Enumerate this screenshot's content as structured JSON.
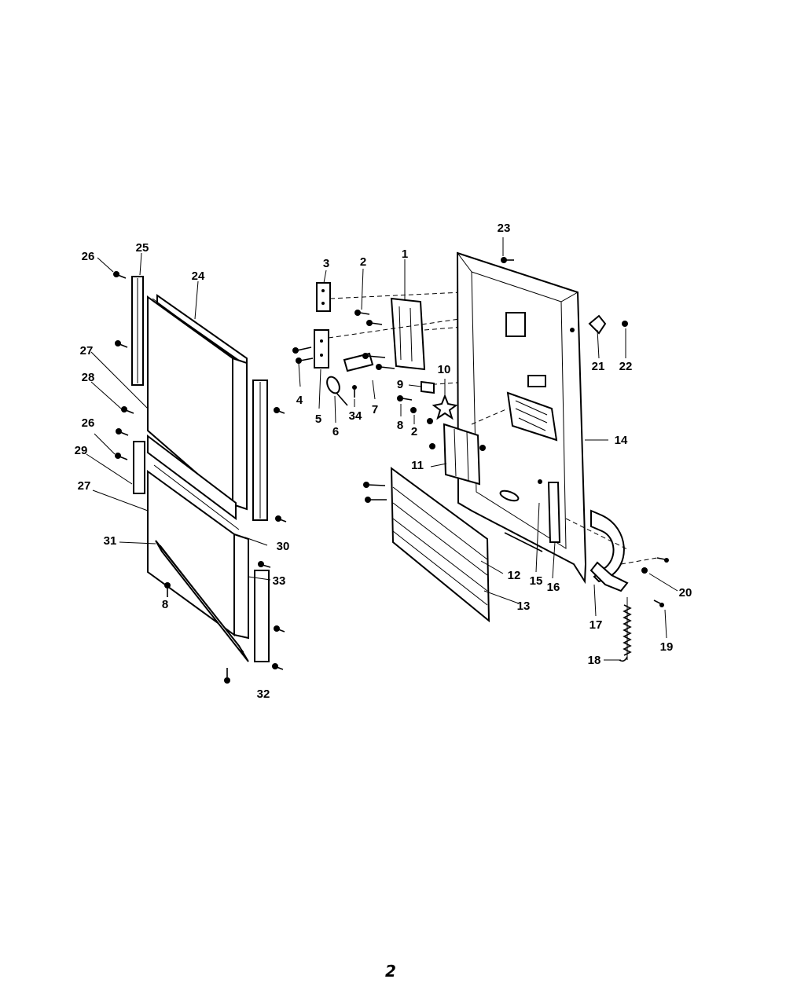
{
  "callouts": {
    "c1": "1",
    "c2a": "2",
    "c2b": "2",
    "c3": "3",
    "c4": "4",
    "c5": "5",
    "c6": "6",
    "c7": "7",
    "c8a": "8",
    "c8b": "8",
    "c9": "9",
    "c10": "10",
    "c11": "11",
    "c12": "12",
    "c13": "13",
    "c14": "14",
    "c15": "15",
    "c16": "16",
    "c17": "17",
    "c18": "18",
    "c19": "19",
    "c20": "20",
    "c21": "21",
    "c22": "22",
    "c23": "23",
    "c24": "24",
    "c25": "25",
    "c26a": "26",
    "c26b": "26",
    "c27a": "27",
    "c27b": "27",
    "c28": "28",
    "c29": "29",
    "c30": "30",
    "c31": "31",
    "c32": "32",
    "c33": "33",
    "c34": "34"
  },
  "page_number": "2"
}
